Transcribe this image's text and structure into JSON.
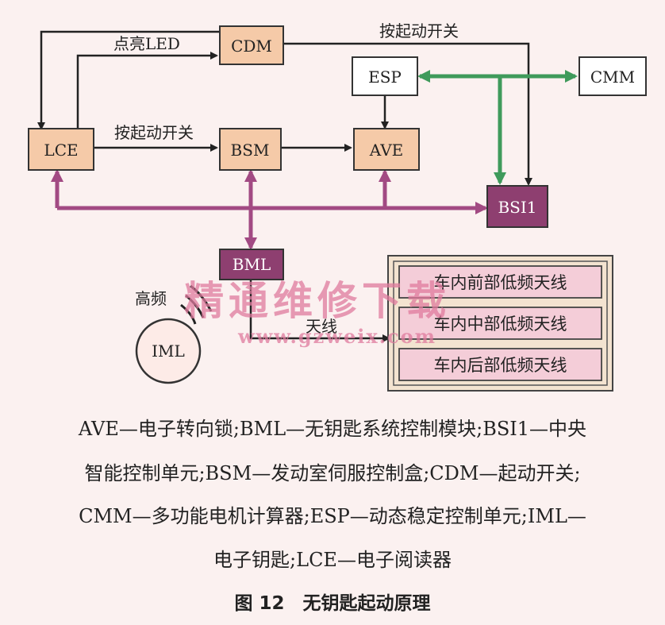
{
  "diagram": {
    "nodes": {
      "cdm": "CDM",
      "lce": "LCE",
      "bsm": "BSM",
      "ave": "AVE",
      "esp": "ESP",
      "cmm": "CMM",
      "bsi1": "BSI1",
      "bml": "BML",
      "iml": "IML"
    },
    "edge_labels": {
      "light_led": "点亮LED",
      "start_switch_top": "按起动开关",
      "start_switch_mid": "按起动开关",
      "high_freq": "高频",
      "antenna": "天线"
    },
    "antennas": [
      "车内前部低频天线",
      "车内中部低频天线",
      "车内后部低频天线"
    ],
    "watermark": {
      "text": "精通维修下载",
      "url": "www.gzweix.com"
    }
  },
  "caption": {
    "legend_lines": [
      "AVE—电子转向锁;BML—无钥匙系统控制模块;BSI1—中央",
      "智能控制单元;BSM—发动室伺服控制盒;CDM—起动开关;",
      "CMM—多功能电机计算器;ESP—动态稳定控制单元;IML—",
      "电子钥匙;LCE—电子阅读器"
    ],
    "figure_title": "图 12　无钥匙起动原理"
  },
  "colors": {
    "box_orange": "#f5caa8",
    "box_purple": "#8e3f70",
    "arrow_black": "#222222",
    "arrow_green": "#3f9a5b",
    "arrow_purple": "#a24a83",
    "antenna_box": "#f4cdd8",
    "watermark": "#e07b9e"
  }
}
